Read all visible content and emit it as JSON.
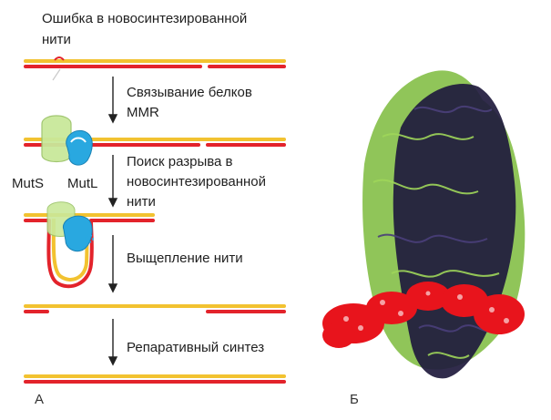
{
  "panel_a": {
    "label": "А",
    "steps": [
      "Ошибка в новосинтезированной",
      "нити",
      "Связывание белков",
      "MMR",
      "Поиск разрыва в",
      "новосинтезированной",
      "нити",
      "Выщепление нити",
      "Репаративный синтез"
    ],
    "proteins": {
      "muts": "MutS",
      "mutl": "MutL"
    }
  },
  "panel_b": {
    "label": "Б"
  },
  "colors": {
    "new_strand": "#e3232b",
    "template_strand": "#f2c230",
    "muts": "#c9e89a",
    "mutl": "#29a8e0",
    "protein_dark": "#1f1a3d",
    "protein_green": "#7dbb3c",
    "dna_model": "#e8141c"
  }
}
